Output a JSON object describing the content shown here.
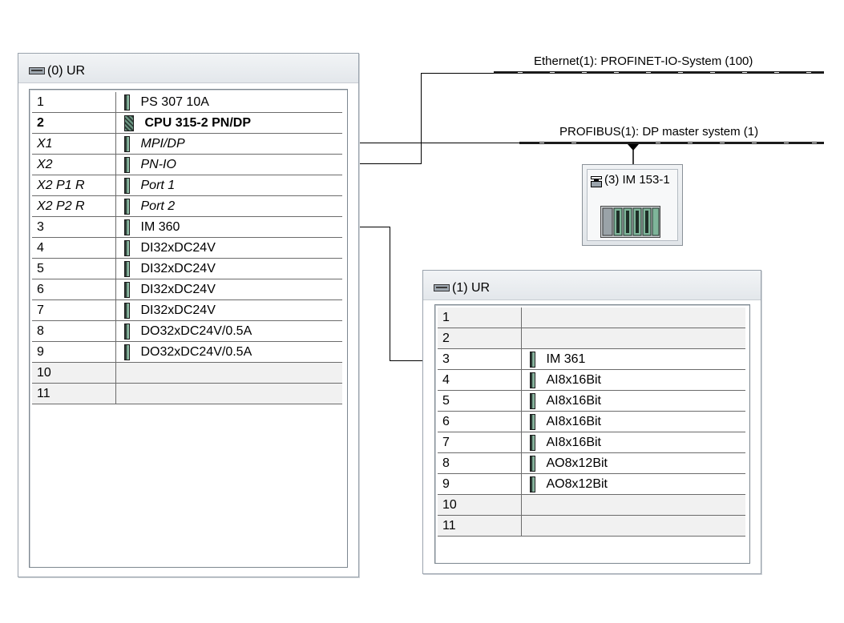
{
  "networks": {
    "ethernet": "Ethernet(1): PROFINET-IO-System (100)",
    "profibus": "PROFIBUS(1): DP master system (1)"
  },
  "station_im153": {
    "label": "(3) IM 153-1"
  },
  "rack0": {
    "title": "(0) UR",
    "rows": [
      {
        "slot": "1",
        "module": "PS 307 10A"
      },
      {
        "slot": "2",
        "module": "CPU 315-2 PN/DP"
      },
      {
        "slot": "X1",
        "module": "MPI/DP"
      },
      {
        "slot": "X2",
        "module": "PN-IO"
      },
      {
        "slot": "X2 P1 R",
        "module": "Port 1"
      },
      {
        "slot": "X2 P2 R",
        "module": "Port 2"
      },
      {
        "slot": "3",
        "module": "IM 360"
      },
      {
        "slot": "4",
        "module": "DI32xDC24V"
      },
      {
        "slot": "5",
        "module": "DI32xDC24V"
      },
      {
        "slot": "6",
        "module": "DI32xDC24V"
      },
      {
        "slot": "7",
        "module": "DI32xDC24V"
      },
      {
        "slot": "8",
        "module": "DO32xDC24V/0.5A"
      },
      {
        "slot": "9",
        "module": "DO32xDC24V/0.5A"
      },
      {
        "slot": "10",
        "module": ""
      },
      {
        "slot": "11",
        "module": ""
      }
    ]
  },
  "rack1": {
    "title": "(1) UR",
    "rows": [
      {
        "slot": "1",
        "module": ""
      },
      {
        "slot": "2",
        "module": ""
      },
      {
        "slot": "3",
        "module": "IM 361"
      },
      {
        "slot": "4",
        "module": "AI8x16Bit"
      },
      {
        "slot": "5",
        "module": "AI8x16Bit"
      },
      {
        "slot": "6",
        "module": "AI8x16Bit"
      },
      {
        "slot": "7",
        "module": "AI8x16Bit"
      },
      {
        "slot": "8",
        "module": "AO8x12Bit"
      },
      {
        "slot": "9",
        "module": "AO8x12Bit"
      },
      {
        "slot": "10",
        "module": ""
      },
      {
        "slot": "11",
        "module": ""
      }
    ]
  }
}
